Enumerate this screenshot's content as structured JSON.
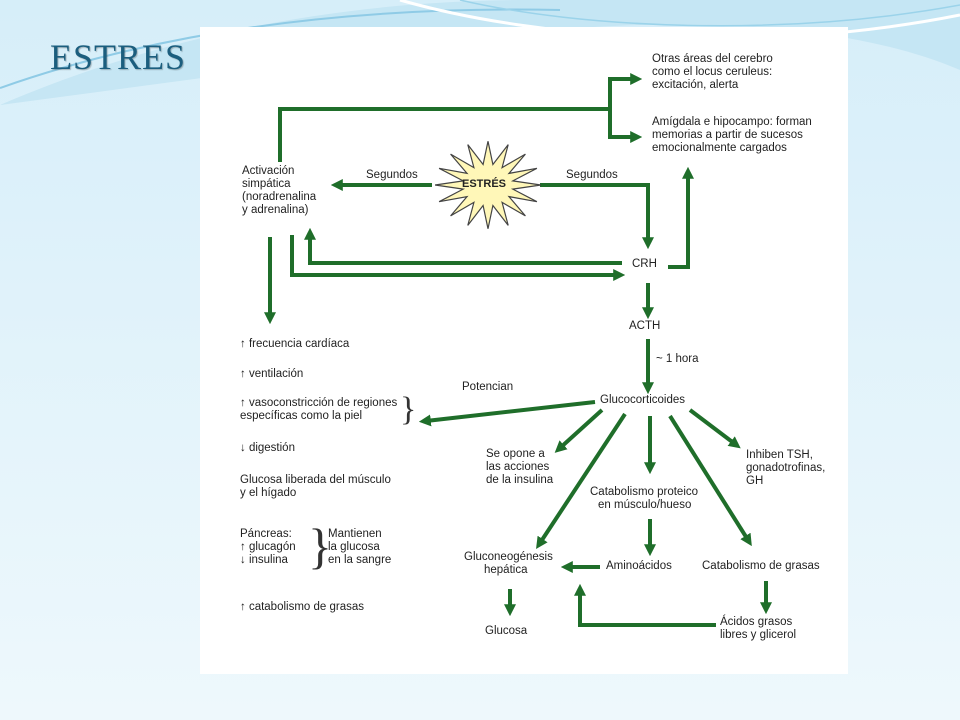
{
  "slide": {
    "title": "ESTRES"
  },
  "colors": {
    "arrow": "#1f6e2a",
    "star_fill": "#fff7b8",
    "title": "#1b5e7e"
  },
  "diagram": {
    "stress": "ESTRÉS",
    "seconds_left": "Segundos",
    "seconds_right": "Segundos",
    "sympathetic": [
      "Activación",
      "simpática",
      "(noradrenalina",
      "y adrenalina)"
    ],
    "other_brain": [
      "Otras áreas del cerebro",
      "como el locus ceruleus:",
      "excitación, alerta"
    ],
    "amygdala": [
      "Amígdala e hipocampo: forman",
      "memorias a partir de sucesos",
      "emocionalmente cargados"
    ],
    "crh": "CRH",
    "acth": "ACTH",
    "one_hour": "~ 1 hora",
    "glucocorticoids": "Glucocorticoides",
    "potentiate": "Potencian",
    "effects": {
      "heart_rate": "↑ frecuencia cardíaca",
      "ventilation": "↑ ventilación",
      "vasoconstriction": [
        "↑ vasoconstricción de regiones",
        "específicas como la piel"
      ],
      "digestion": "↓ digestión",
      "glucose_released": [
        "Glucosa liberada del músculo",
        "y el hígado"
      ],
      "pancreas": [
        "Páncreas:",
        "↑ glucagón",
        "↓ insulina"
      ],
      "maintain_glucose": [
        "Mantienen",
        "la glucosa",
        "en la sangre"
      ],
      "fat_catabolism": "↑ catabolismo de grasas"
    },
    "opposes_insulin": [
      "Se opone a",
      "las acciones",
      "de la insulina"
    ],
    "protein_catabolism": [
      "Catabolismo proteico",
      "en músculo/hueso"
    ],
    "inhibit": [
      "Inhiben TSH,",
      "gonadotrofinas,",
      "GH"
    ],
    "gluconeogenesis": [
      "Gluconeogénesis",
      "hepática"
    ],
    "amino_acids": "Aminoácidos",
    "fat_catabolism_right": "Catabolismo de grasas",
    "glucose": "Glucosa",
    "fatty_acids": [
      "Ácidos grasos",
      "libres y glicerol"
    ]
  }
}
